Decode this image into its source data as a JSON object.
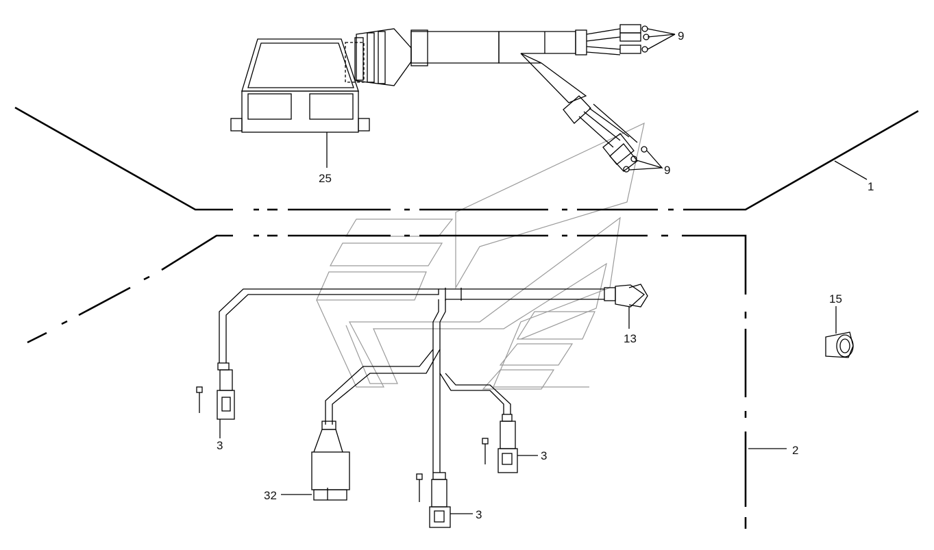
{
  "callouts": {
    "c1": "1",
    "c2": "2",
    "c3a": "3",
    "c3b": "3",
    "c3c": "3",
    "c9a": "9",
    "c9b": "9",
    "c13": "13",
    "c15": "15",
    "c25": "25",
    "c32": "32"
  },
  "colors": {
    "line": "#000000",
    "watermark": "#9a9a9a",
    "background": "#ffffff"
  }
}
